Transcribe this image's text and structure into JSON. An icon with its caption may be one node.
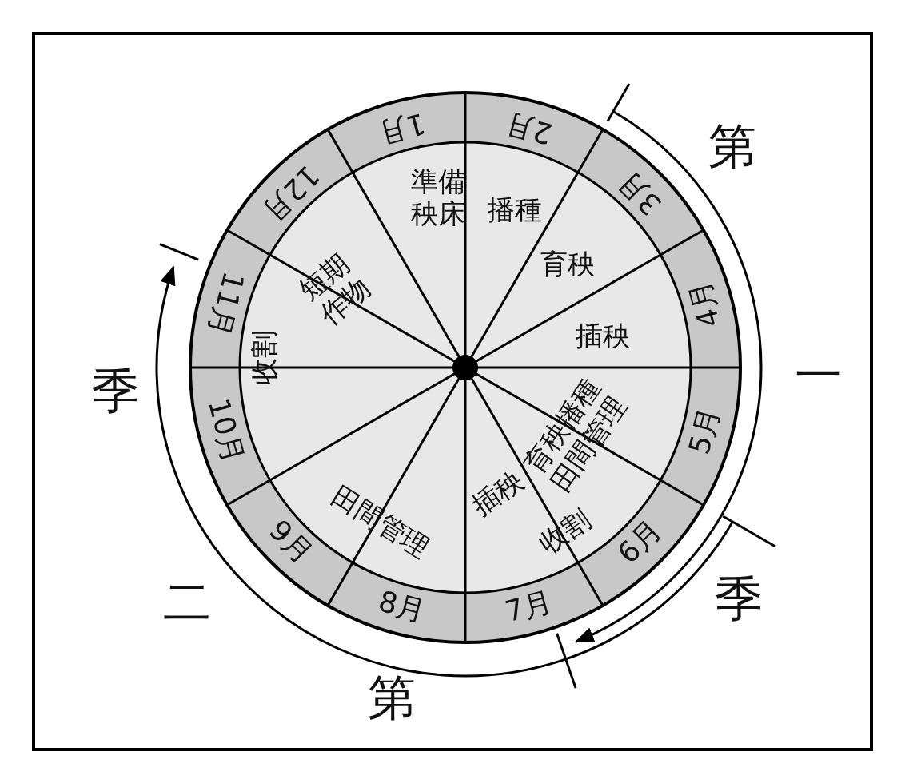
{
  "diagram": {
    "labels": [
      "1月",
      "2月",
      "3月",
      "4月",
      "5月",
      "6月",
      "7月",
      "8月",
      "9月",
      "10月",
      "11月",
      "12月",
      "準備秧床",
      "播種",
      "育秧",
      "插秧",
      "育秧播種田間管理",
      "插秧",
      "收割",
      "田間管理",
      "收割",
      "短期作物",
      "第",
      "一",
      "季",
      "第",
      "二",
      "季"
    ]
  }
}
